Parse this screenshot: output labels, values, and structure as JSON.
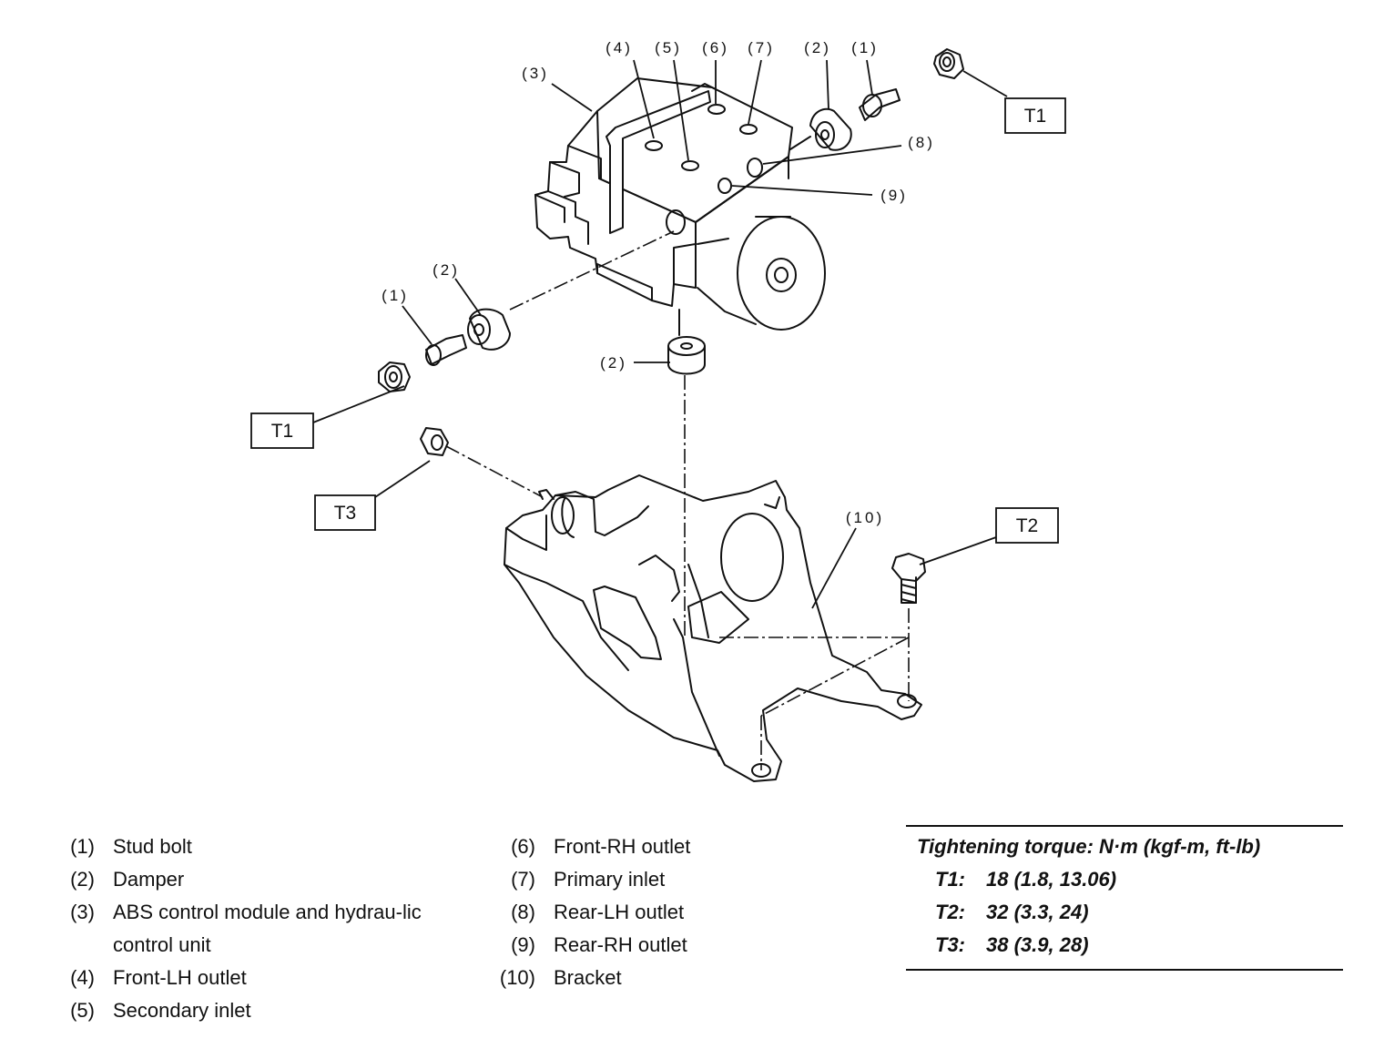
{
  "callouts": {
    "c1_top": "(1)",
    "c2_top": "(2)",
    "c3": "(3)",
    "c4": "(4)",
    "c5": "(5)",
    "c6": "(6)",
    "c7": "(7)",
    "c8": "(8)",
    "c9": "(9)",
    "c1_left": "(1)",
    "c2_left": "(2)",
    "c2_bottom": "(2)",
    "c10": "(10)"
  },
  "torque_boxes": {
    "t1_top": "T1",
    "t1_left": "T1",
    "t3": "T3",
    "t2": "T2"
  },
  "legend": [
    {
      "num": "(1)",
      "text": "Stud bolt"
    },
    {
      "num": "(2)",
      "text": "Damper"
    },
    {
      "num": "(3)",
      "text": "ABS control module and hydrau-lic control unit"
    },
    {
      "num": "(4)",
      "text": "Front-LH outlet"
    },
    {
      "num": "(5)",
      "text": "Secondary inlet"
    },
    {
      "num": "(6)",
      "text": "Front-RH outlet"
    },
    {
      "num": "(7)",
      "text": "Primary inlet"
    },
    {
      "num": "(8)",
      "text": "Rear-LH outlet"
    },
    {
      "num": "(9)",
      "text": "Rear-RH outlet"
    },
    {
      "num": "(10)",
      "text": "Bracket"
    }
  ],
  "torque_table": {
    "title": "Tightening torque: N·m (kgf-m, ft-lb)",
    "rows": [
      {
        "key": "T1:",
        "value": "18 (1.8, 13.06)"
      },
      {
        "key": "T2:",
        "value": "32 (3.3, 24)"
      },
      {
        "key": "T3:",
        "value": "38 (3.9, 28)"
      }
    ]
  }
}
